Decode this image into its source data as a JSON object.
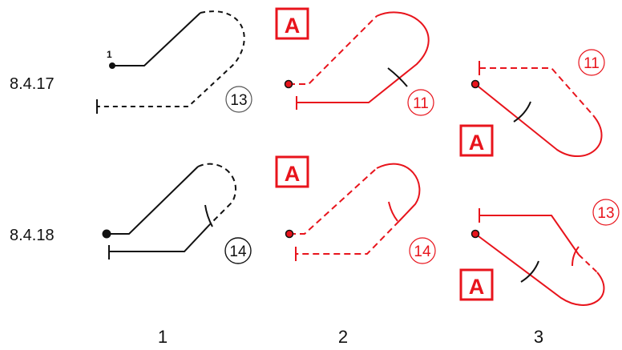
{
  "rows": [
    {
      "label": "8.4.17"
    },
    {
      "label": "8.4.18"
    }
  ],
  "columns": [
    {
      "label": "1"
    },
    {
      "label": "2"
    },
    {
      "label": "3"
    }
  ],
  "cells": {
    "r1c1": {
      "number": "13",
      "start_label": "1"
    },
    "r1c2": {
      "number": "11",
      "box_letter": "A"
    },
    "r1c3": {
      "number": "11",
      "box_letter": "A"
    },
    "r2c1": {
      "number": "14"
    },
    "r2c2": {
      "number": "14",
      "box_letter": "A"
    },
    "r2c3": {
      "number": "13",
      "box_letter": "A"
    }
  },
  "colors": {
    "black": "#111111",
    "red": "#e8141c",
    "grey_circle": "#555555"
  }
}
